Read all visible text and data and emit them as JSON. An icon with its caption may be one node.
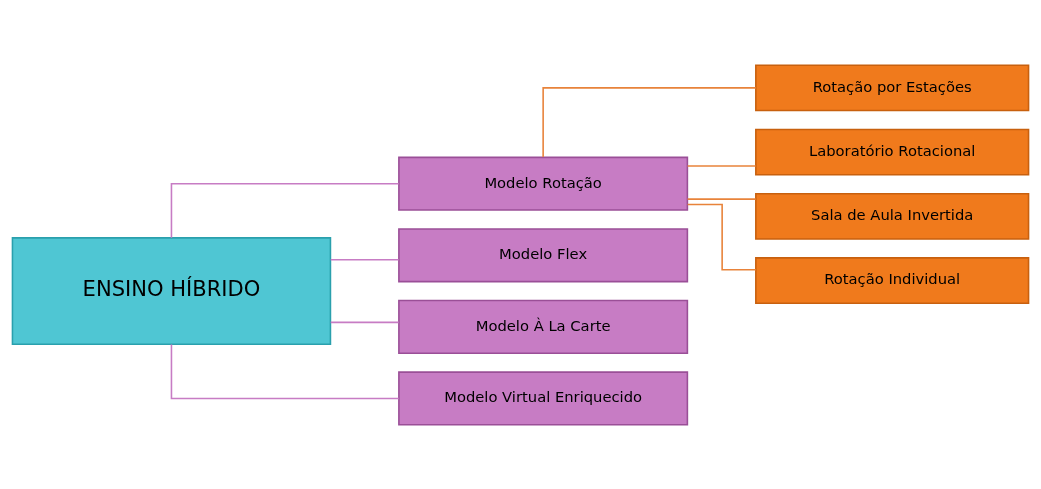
{
  "diagram": {
    "nodes": [
      {
        "text": [
          "ENSINO HÍBRIDO"
        ]
      },
      {
        "text": [
          "Modelo Rotação"
        ]
      },
      {
        "text": [
          "Modelo Flex"
        ]
      },
      {
        "text": [
          "Modelo À La Carte"
        ]
      },
      {
        "text": [
          "Modelo Virtual Enriquecido"
        ]
      },
      {
        "text": [
          "Rotação por Estações"
        ]
      },
      {
        "text": [
          "Laboratório Rotacional"
        ]
      },
      {
        "text": [
          "Sala de Aula Invertida"
        ]
      },
      {
        "text": [
          "Rotação Individual"
        ]
      }
    ],
    "edges": [
      {
        "from": 0,
        "to": 1,
        "arrow": "none"
      },
      {
        "from": 0,
        "to": 2,
        "arrow": "none"
      },
      {
        "from": 0,
        "to": 3,
        "arrow": "none"
      },
      {
        "from": 0,
        "to": 4,
        "arrow": "none"
      },
      {
        "from": 1,
        "to": 5,
        "arrow": "none",
        "color": "#e8833a"
      },
      {
        "from": 1,
        "to": 6,
        "arrow": "none",
        "color": "#e8833a"
      },
      {
        "from": 1,
        "to": 7,
        "arrow": "none",
        "color": "#e8833a"
      },
      {
        "from": 1,
        "to": 8,
        "arrow": "none",
        "color": "#e8833a"
      }
    ]
  }
}
